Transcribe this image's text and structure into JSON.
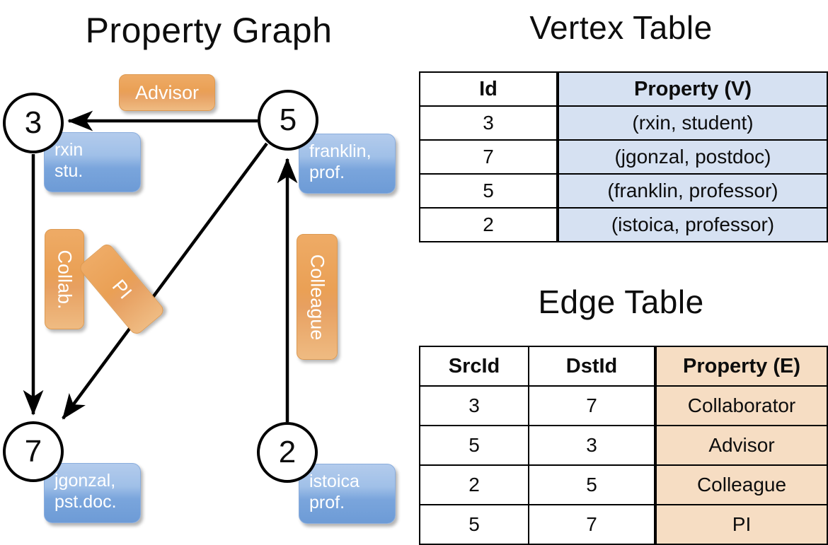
{
  "titles": {
    "graph": "Property Graph",
    "vertex_table": "Vertex Table",
    "edge_table": "Edge Table"
  },
  "colors": {
    "node_stroke": "#000000",
    "vertex_property_fill": "#d6e1f2",
    "edge_property_fill": "#f6ddc3",
    "callout_blue": "#7aa5dc",
    "label_orange": "#eaa055",
    "background": "#ffffff"
  },
  "graph": {
    "nodes": [
      {
        "id": "3",
        "name": "node-3",
        "callout_lines": [
          "rxin",
          "stu."
        ]
      },
      {
        "id": "5",
        "name": "node-5",
        "callout_lines": [
          "franklin,",
          "prof."
        ]
      },
      {
        "id": "7",
        "name": "node-7",
        "callout_lines": [
          "jgonzal,",
          "pst.doc."
        ]
      },
      {
        "id": "2",
        "name": "node-2",
        "callout_lines": [
          "istoica",
          "prof."
        ]
      }
    ],
    "callouts": {
      "rxin": {
        "line1": "rxin",
        "line2": "stu."
      },
      "franklin": {
        "line1": "franklin,",
        "line2": "prof."
      },
      "jgonzal": {
        "line1": "jgonzal,",
        "line2": "pst.doc."
      },
      "istoica": {
        "line1": "istoica",
        "line2": "prof."
      }
    },
    "edge_labels": {
      "advisor": "Advisor",
      "collab": "Collab.",
      "pi": "PI",
      "colleague": "Colleague"
    },
    "edges": [
      {
        "from": "5",
        "to": "3",
        "label": "Advisor"
      },
      {
        "from": "3",
        "to": "7",
        "label": "Collab."
      },
      {
        "from": "5",
        "to": "7",
        "label": "PI"
      },
      {
        "from": "2",
        "to": "5",
        "label": "Colleague"
      }
    ]
  },
  "vertex_table": {
    "headers": [
      "Id",
      "Property (V)"
    ],
    "rows": [
      {
        "id": "3",
        "property": "(rxin, student)"
      },
      {
        "id": "7",
        "property": "(jgonzal, postdoc)"
      },
      {
        "id": "5",
        "property": "(franklin, professor)"
      },
      {
        "id": "2",
        "property": "(istoica, professor)"
      }
    ]
  },
  "edge_table": {
    "headers": [
      "SrcId",
      "DstId",
      "Property (E)"
    ],
    "rows": [
      {
        "src": "3",
        "dst": "7",
        "property": "Collaborator"
      },
      {
        "src": "5",
        "dst": "3",
        "property": "Advisor"
      },
      {
        "src": "2",
        "dst": "5",
        "property": "Colleague"
      },
      {
        "src": "5",
        "dst": "7",
        "property": "PI"
      }
    ]
  }
}
